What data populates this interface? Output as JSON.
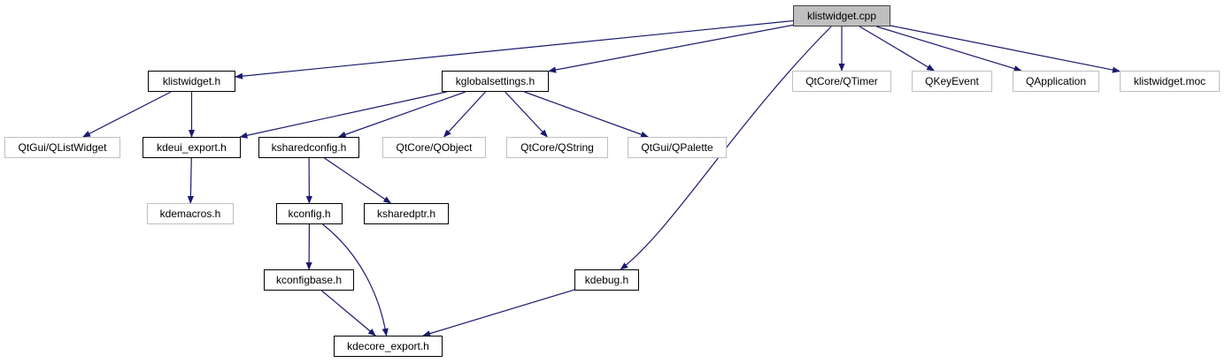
{
  "graph": {
    "title": "klistwidget.cpp include dependency graph",
    "edge_color": "#191970",
    "nodes": [
      {
        "id": "klistwidget_cpp",
        "label": "klistwidget.cpp",
        "kind": "root"
      },
      {
        "id": "klistwidget_h",
        "label": "klistwidget.h",
        "kind": "internal"
      },
      {
        "id": "kglobalsettings_h",
        "label": "kglobalsettings.h",
        "kind": "internal"
      },
      {
        "id": "qtcore_qtimer",
        "label": "QtCore/QTimer",
        "kind": "external"
      },
      {
        "id": "qkeyevent",
        "label": "QKeyEvent",
        "kind": "external"
      },
      {
        "id": "qapplication",
        "label": "QApplication",
        "kind": "external"
      },
      {
        "id": "klistwidget_moc",
        "label": "klistwidget.moc",
        "kind": "external"
      },
      {
        "id": "qtgui_qlistwidget",
        "label": "QtGui/QListWidget",
        "kind": "external"
      },
      {
        "id": "kdeui_export_h",
        "label": "kdeui_export.h",
        "kind": "internal"
      },
      {
        "id": "ksharedconfig_h",
        "label": "ksharedconfig.h",
        "kind": "internal"
      },
      {
        "id": "qtcore_qobject",
        "label": "QtCore/QObject",
        "kind": "external"
      },
      {
        "id": "qtcore_qstring",
        "label": "QtCore/QString",
        "kind": "external"
      },
      {
        "id": "qtgui_qpalette",
        "label": "QtGui/QPalette",
        "kind": "external"
      },
      {
        "id": "kdemacros_h",
        "label": "kdemacros.h",
        "kind": "external"
      },
      {
        "id": "kconfig_h",
        "label": "kconfig.h",
        "kind": "internal"
      },
      {
        "id": "ksharedptr_h",
        "label": "ksharedptr.h",
        "kind": "internal"
      },
      {
        "id": "kconfigbase_h",
        "label": "kconfigbase.h",
        "kind": "internal"
      },
      {
        "id": "kdebug_h",
        "label": "kdebug.h",
        "kind": "internal"
      },
      {
        "id": "kdecore_export_h",
        "label": "kdecore_export.h",
        "kind": "internal"
      }
    ],
    "edges": [
      {
        "from": "klistwidget_cpp",
        "to": "klistwidget_h"
      },
      {
        "from": "klistwidget_cpp",
        "to": "kglobalsettings_h"
      },
      {
        "from": "klistwidget_cpp",
        "to": "kdebug_h"
      },
      {
        "from": "klistwidget_cpp",
        "to": "qtcore_qtimer"
      },
      {
        "from": "klistwidget_cpp",
        "to": "qkeyevent"
      },
      {
        "from": "klistwidget_cpp",
        "to": "qapplication"
      },
      {
        "from": "klistwidget_cpp",
        "to": "klistwidget_moc"
      },
      {
        "from": "klistwidget_h",
        "to": "qtgui_qlistwidget"
      },
      {
        "from": "klistwidget_h",
        "to": "kdeui_export_h"
      },
      {
        "from": "kglobalsettings_h",
        "to": "kdeui_export_h"
      },
      {
        "from": "kglobalsettings_h",
        "to": "ksharedconfig_h"
      },
      {
        "from": "kglobalsettings_h",
        "to": "qtcore_qobject"
      },
      {
        "from": "kglobalsettings_h",
        "to": "qtcore_qstring"
      },
      {
        "from": "kglobalsettings_h",
        "to": "qtgui_qpalette"
      },
      {
        "from": "kdeui_export_h",
        "to": "kdemacros_h"
      },
      {
        "from": "ksharedconfig_h",
        "to": "kconfig_h"
      },
      {
        "from": "ksharedconfig_h",
        "to": "ksharedptr_h"
      },
      {
        "from": "kconfig_h",
        "to": "kconfigbase_h"
      },
      {
        "from": "kconfig_h",
        "to": "kdecore_export_h"
      },
      {
        "from": "kconfigbase_h",
        "to": "kdecore_export_h"
      },
      {
        "from": "kdebug_h",
        "to": "kdecore_export_h"
      }
    ]
  }
}
